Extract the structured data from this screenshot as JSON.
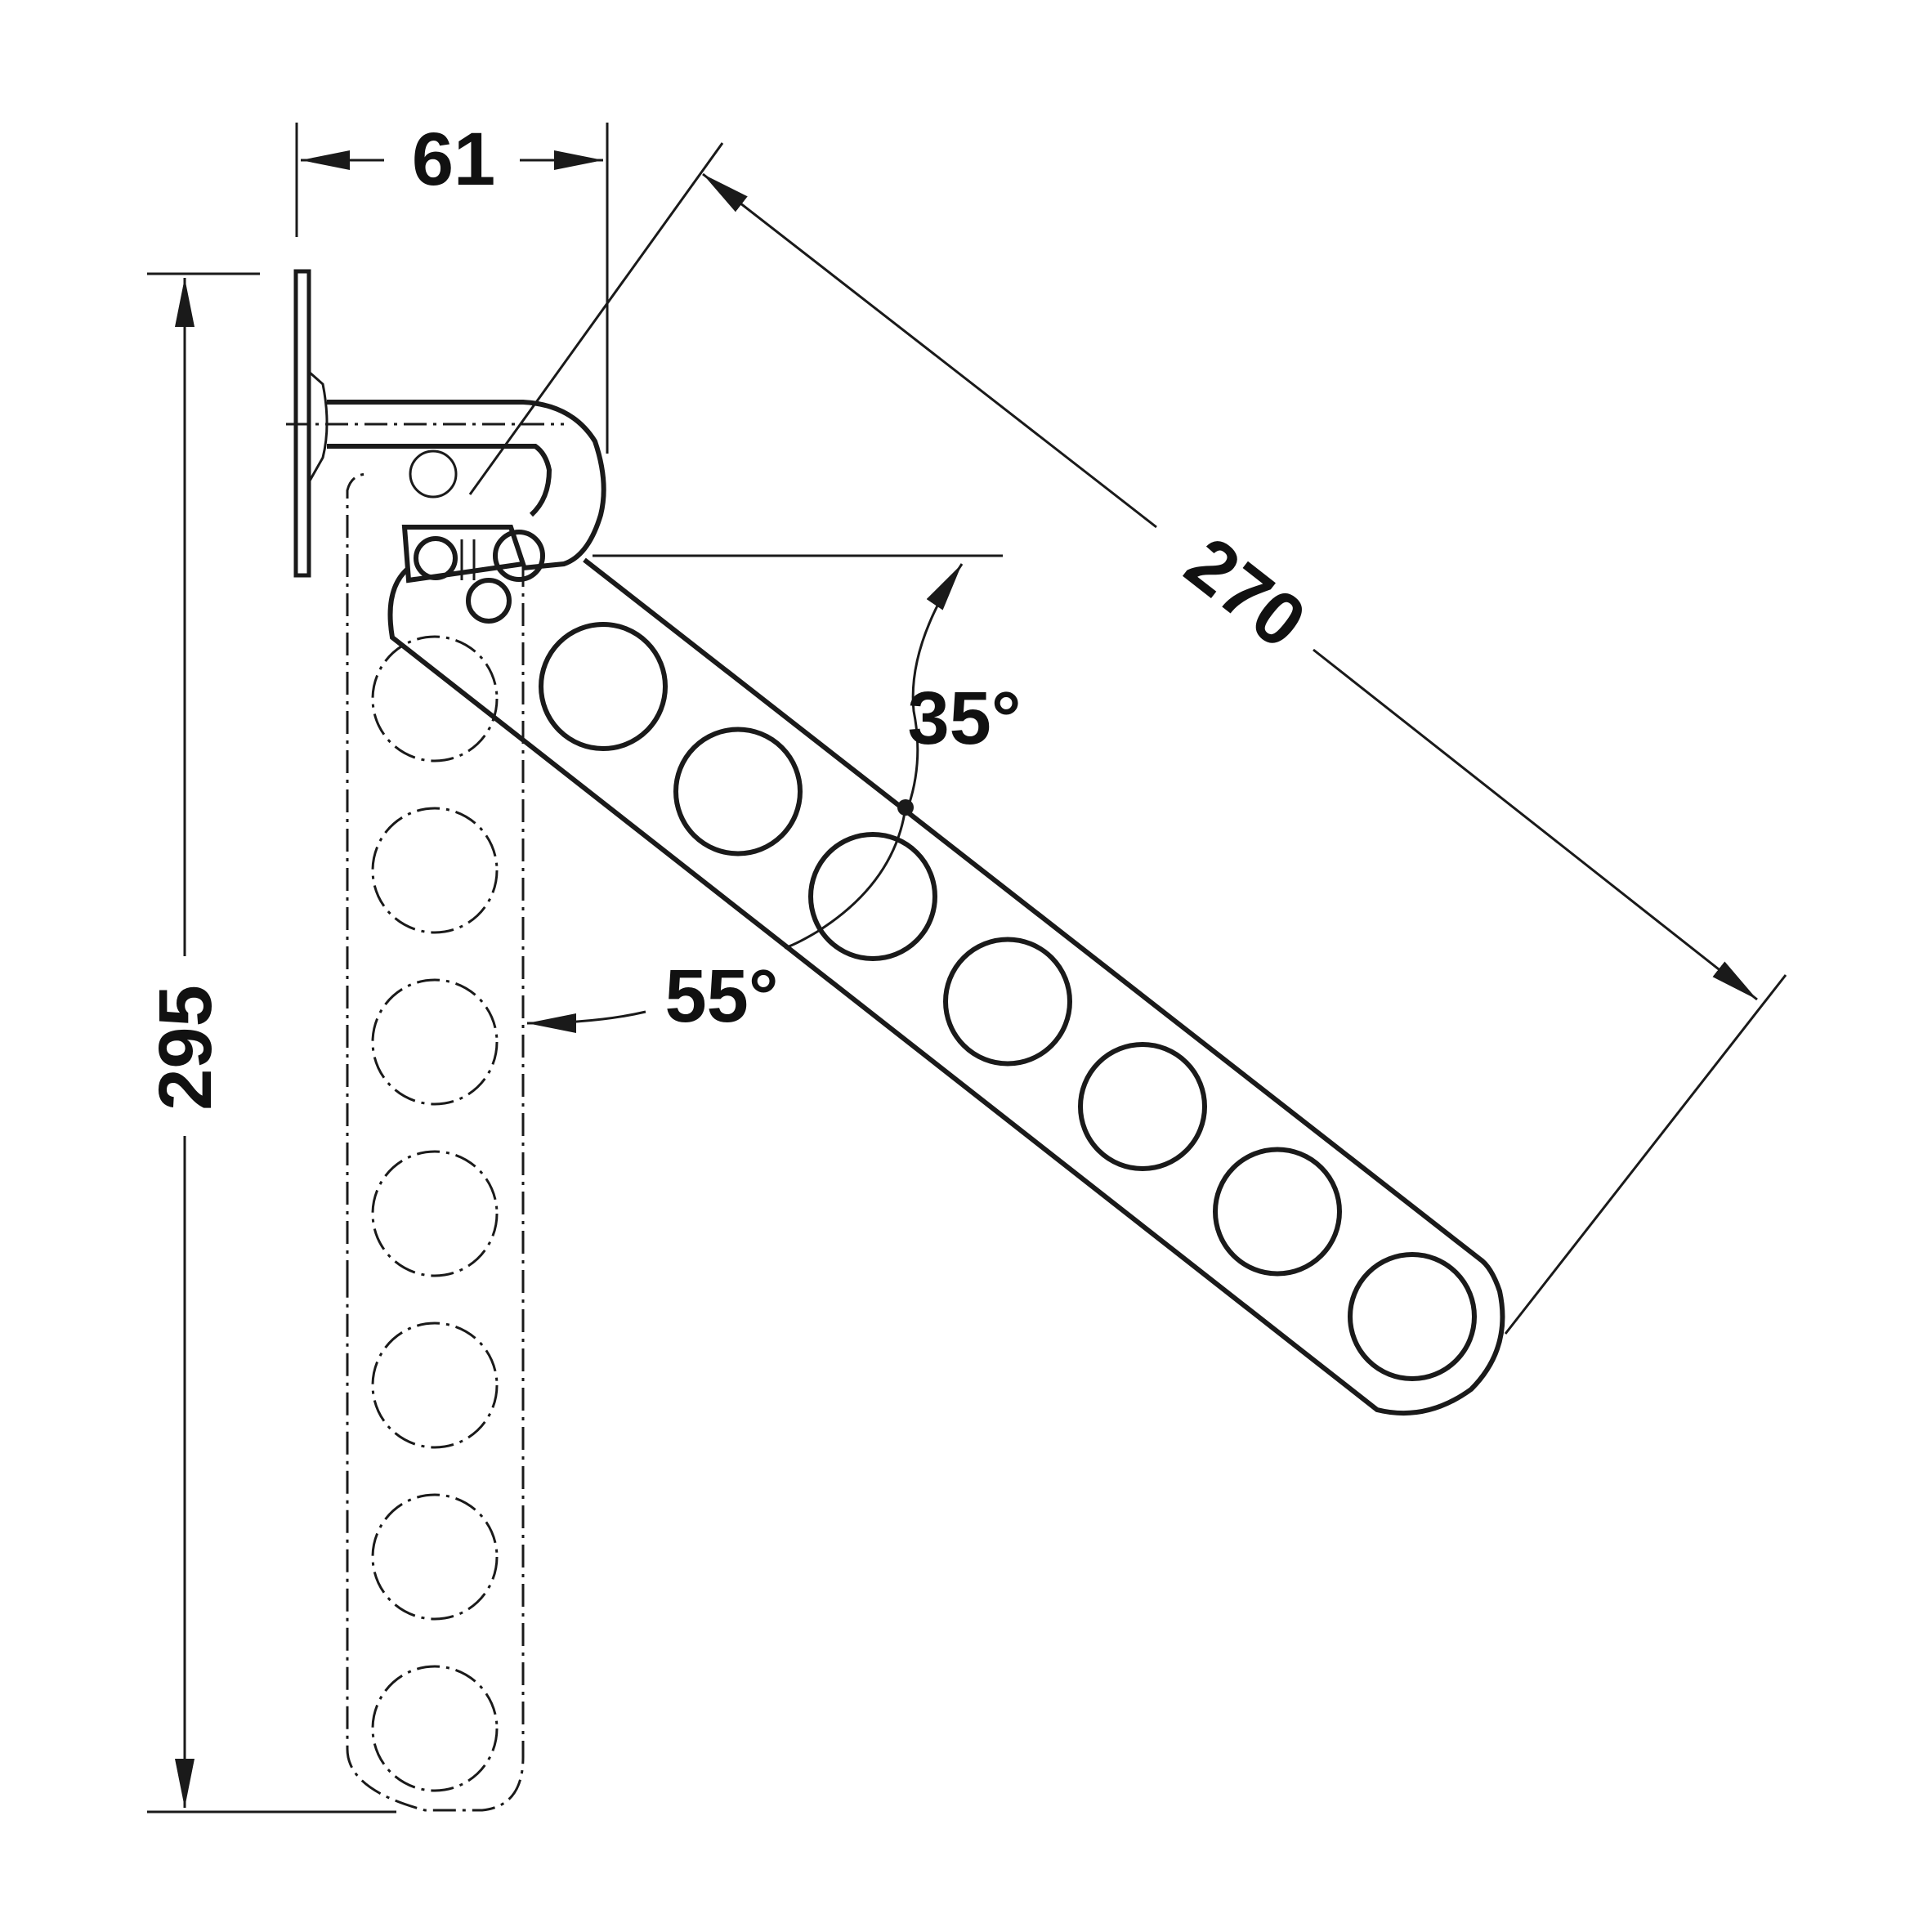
{
  "dimensions": {
    "bracket_projection": "61",
    "folded_length": "295",
    "arm_length": "270",
    "angle_upper": "35°",
    "angle_lower": "55°"
  },
  "rail": {
    "hole_count": 7
  },
  "arm": {
    "hole_count": 7
  },
  "colors": {
    "line": "#1a1a1a",
    "background": "#ffffff"
  }
}
